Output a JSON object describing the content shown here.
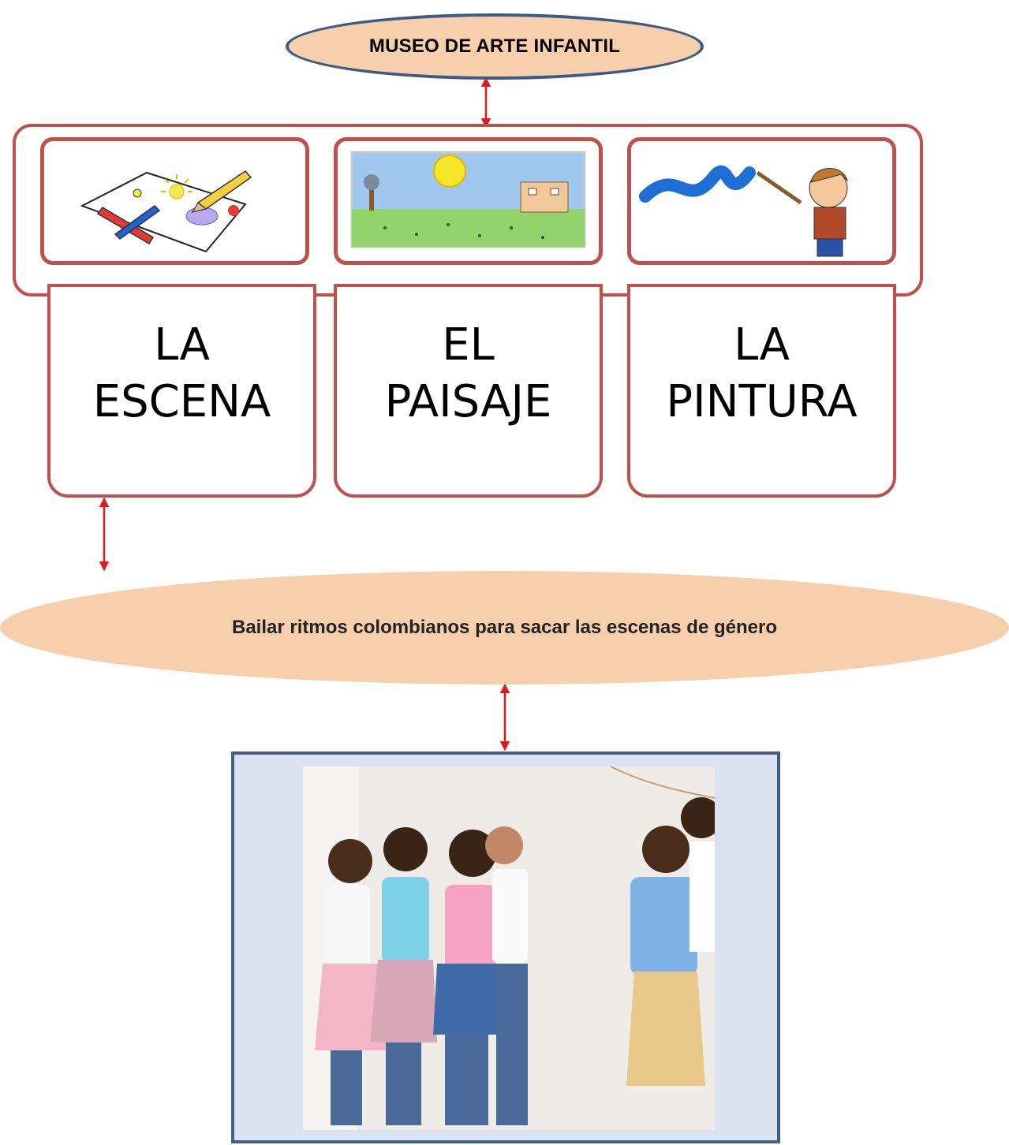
{
  "title": "MUSEO DE ARTE INFANTIL",
  "categories": [
    {
      "line1": "LA",
      "line2": "ESCENA",
      "image": "drawing-paper-pencils-illustration"
    },
    {
      "line1": "EL",
      "line2": "PAISAJE",
      "image": "child-landscape-drawing"
    },
    {
      "line1": "LA",
      "line2": "PINTURA",
      "image": "boy-painting-with-brush-illustration"
    }
  ],
  "activity": "Bailar ritmos colombianos para sacar las escenas de género",
  "photo": {
    "image": "children-dancing-photo"
  },
  "colors": {
    "oval_fill": "#f8cfac",
    "oval_border": "#3b5a86",
    "box_border": "#c0504d",
    "arrow": "#e31a1c",
    "photo_frame_fill": "#dbe3f1",
    "photo_frame_border": "#3f5f8d"
  }
}
